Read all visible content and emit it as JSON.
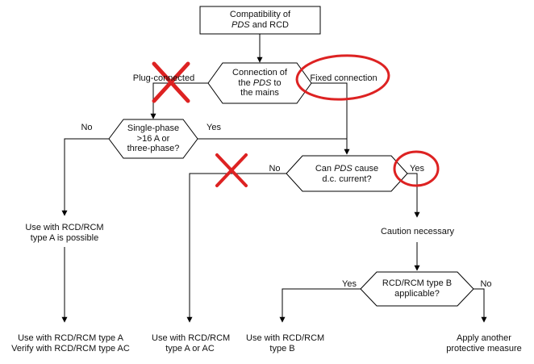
{
  "title": "Compatibility of PDS and RCD flowchart",
  "colors": {
    "line": "#000000",
    "annotation": "#dd2222",
    "background": "#ffffff",
    "text": "#111111"
  },
  "nodes": {
    "start": {
      "l1": "Compatibility of",
      "l2_italic": "PDS",
      "l2_rest": " and RCD"
    },
    "connection": {
      "l1": "Connection of",
      "l2_pre": "the ",
      "l2_italic": "PDS",
      "l2_post": " to",
      "l3": "the mains"
    },
    "single_phase": {
      "l1": "Single-phase",
      "l2": ">16 A or",
      "l3": "three-phase?"
    },
    "dc_current": {
      "l1_pre": "Can ",
      "l1_italic": "PDS",
      "l1_post": " cause",
      "l2": "d.c. current?"
    },
    "caution": {
      "l1": "Caution necessary"
    },
    "type_b": {
      "l1": "RCD/RCM type B",
      "l2": "applicable?"
    },
    "type_a_possible": {
      "l1": "Use with RCD/RCM",
      "l2": "type A is possible"
    }
  },
  "edge_labels": {
    "plug_connected": "Plug-connected",
    "fixed_connection": "Fixed connection",
    "single_phase_no": "No",
    "single_phase_yes": "Yes",
    "dc_no": "No",
    "dc_yes": "Yes",
    "type_b_yes": "Yes",
    "type_b_no": "No"
  },
  "terminals": {
    "type_a_verify_ac": {
      "l1": "Use with RCD/RCM type A",
      "l2": "Verify with RCD/RCM type AC"
    },
    "type_a_or_ac": {
      "l1": "Use with RCD/RCM",
      "l2": "type A or AC"
    },
    "type_b": {
      "l1": "Use with RCD/RCM",
      "l2": "type B"
    },
    "other_measure": {
      "l1": "Apply another",
      "l2": "protective measure"
    }
  }
}
